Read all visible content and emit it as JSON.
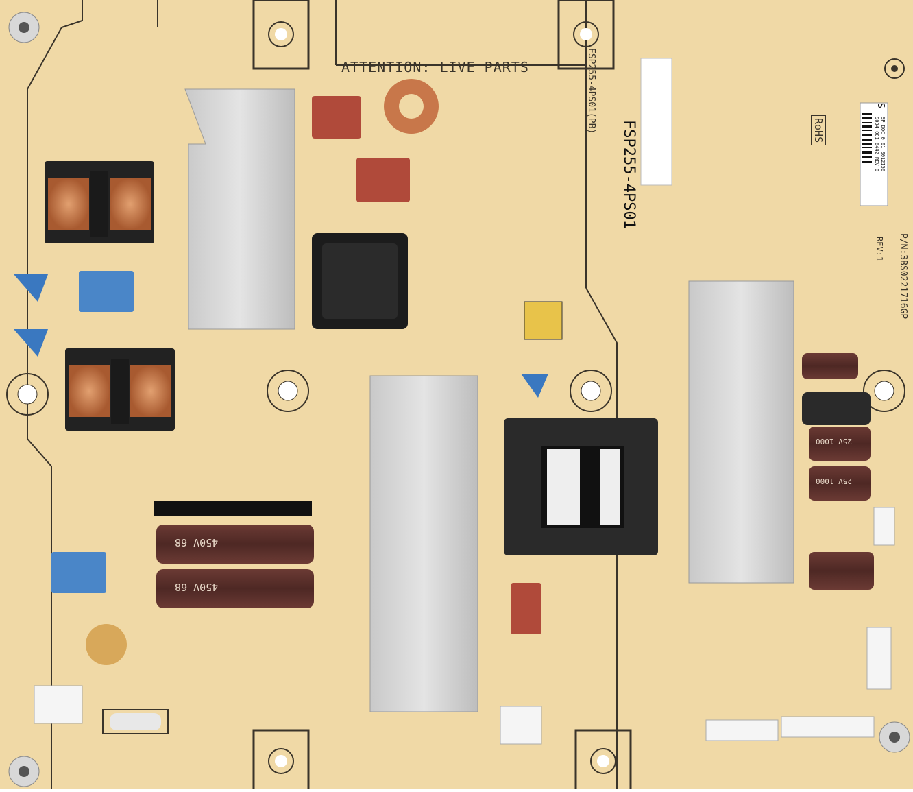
{
  "board": {
    "warning_text": "ATTENTION: LIVE PARTS",
    "model_sticker": "FSP255-4PS01",
    "silkscreen_model": "FSP255-4PS01(PB)",
    "part_number": "P/N:3BS0221716GP",
    "revision": "REV:1",
    "rohs": "RoHS",
    "barcode_line1": "S",
    "barcode_line2": "SP DOC 0 01 0012156",
    "barcode_line3": "9004 001 6442 REV 0",
    "capacitor_main_label": "450V 68",
    "capacitor_small_label": "25V 1000",
    "colors": {
      "pcb": "#f0d9a6",
      "silkscreen": "#3a342a",
      "heatsink": "#d6d6d6",
      "copper_coil": "#c8774a",
      "film_capacitor": "#b04a3a",
      "x_capacitor": "#4a86c8",
      "electrolytic": "#5a2e2a"
    }
  }
}
